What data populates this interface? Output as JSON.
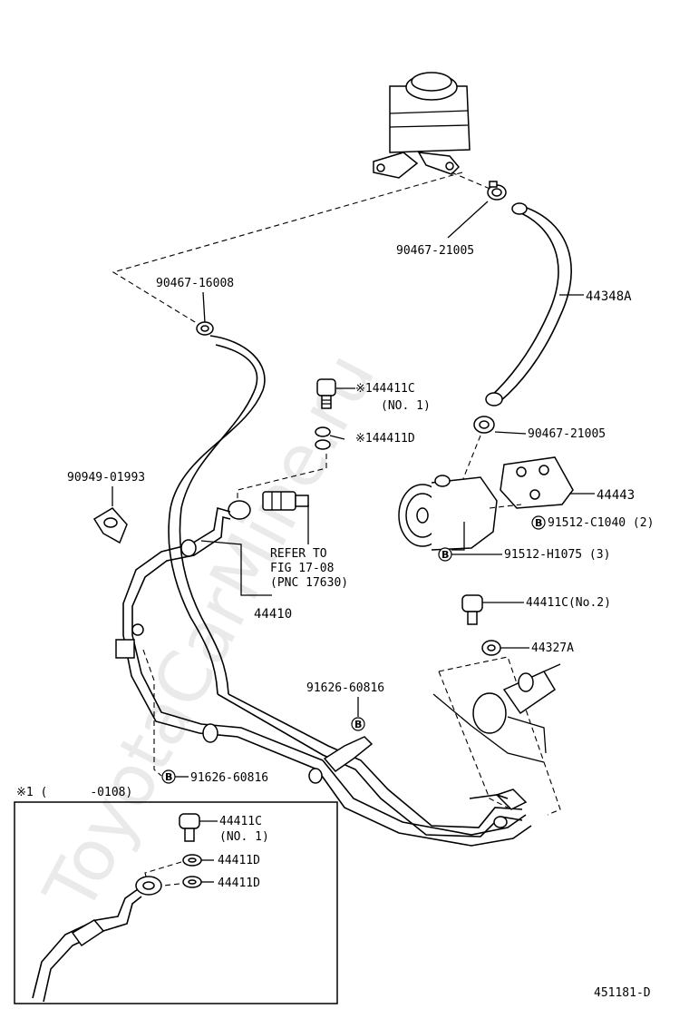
{
  "diagram_id": "451181-D",
  "watermark": "ToyotaCarMine.ru",
  "callouts": {
    "c_90467_21005_top": "90467-21005",
    "c_44348A": "44348A",
    "c_90467_16008": "90467-16008",
    "c_44411C_ast": "※144411C",
    "c_no1_a": "(NO. 1)",
    "c_44411D_ast": "※144411D",
    "c_90467_21005_mid": "90467-21005",
    "c_90949_01993": "90949-01993",
    "c_44443": "44443",
    "c_91512_C1040": "91512-C1040 (2)",
    "c_91512_H1075": "91512-H1075 (3)",
    "c_refer_1": "REFER TO",
    "c_refer_2": "FIG 17-08",
    "c_refer_3": "(PNC 17630)",
    "c_44410": "44410",
    "c_44411C_no2": "44411C(No.2)",
    "c_44327A": "44327A",
    "c_91626_60816_mid": "91626-60816",
    "c_91626_60816_left": "91626-60816",
    "inset_title": "※1 (      -0108)",
    "inset_44411C": "44411C",
    "inset_no1": "(NO. 1)",
    "inset_44411D_a": "44411D",
    "inset_44411D_b": "44411D"
  },
  "badge_letter": "B"
}
